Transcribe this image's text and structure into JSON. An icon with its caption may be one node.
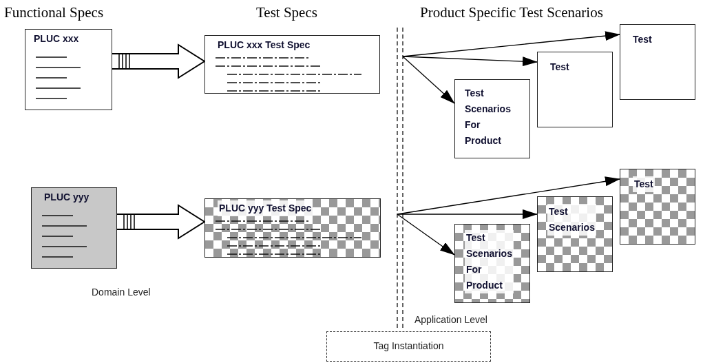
{
  "diagram": {
    "nodes": [
      {
        "text": [
          "PLUC xxx"
        ]
      },
      {
        "text": [
          "PLUC xxx Test Spec"
        ]
      },
      {
        "text": [
          "Test"
        ]
      },
      {
        "text": [
          "Test"
        ]
      },
      {
        "text": [
          "Test Scenarios For Product"
        ]
      },
      {
        "text": [
          "PLUC yyy"
        ]
      },
      {
        "text": [
          "PLUC yyy Test Spec"
        ]
      },
      {
        "text": [
          "Test"
        ]
      },
      {
        "text": [
          "Test Scenarios"
        ]
      },
      {
        "text": [
          "Test Scenarios For Product"
        ]
      },
      {
        "text": [
          "Tag Instantiation"
        ]
      }
    ],
    "edges": [
      {
        "from": 0,
        "to": 1,
        "arrow": "to",
        "style": "thick"
      },
      {
        "from": null,
        "to": 2,
        "arrow": "to"
      },
      {
        "from": null,
        "to": 3,
        "arrow": "to"
      },
      {
        "from": null,
        "to": 4,
        "arrow": "to"
      },
      {
        "from": 5,
        "to": 6,
        "arrow": "to",
        "style": "thick"
      },
      {
        "from": null,
        "to": 7,
        "arrow": "to"
      },
      {
        "from": null,
        "to": 8,
        "arrow": "to"
      },
      {
        "from": null,
        "to": 9,
        "arrow": "to"
      }
    ],
    "labels": [
      "Functional Specs",
      "Test Specs",
      "Product Specific Test Scenarios",
      "Domain Level",
      "Application Level"
    ]
  }
}
